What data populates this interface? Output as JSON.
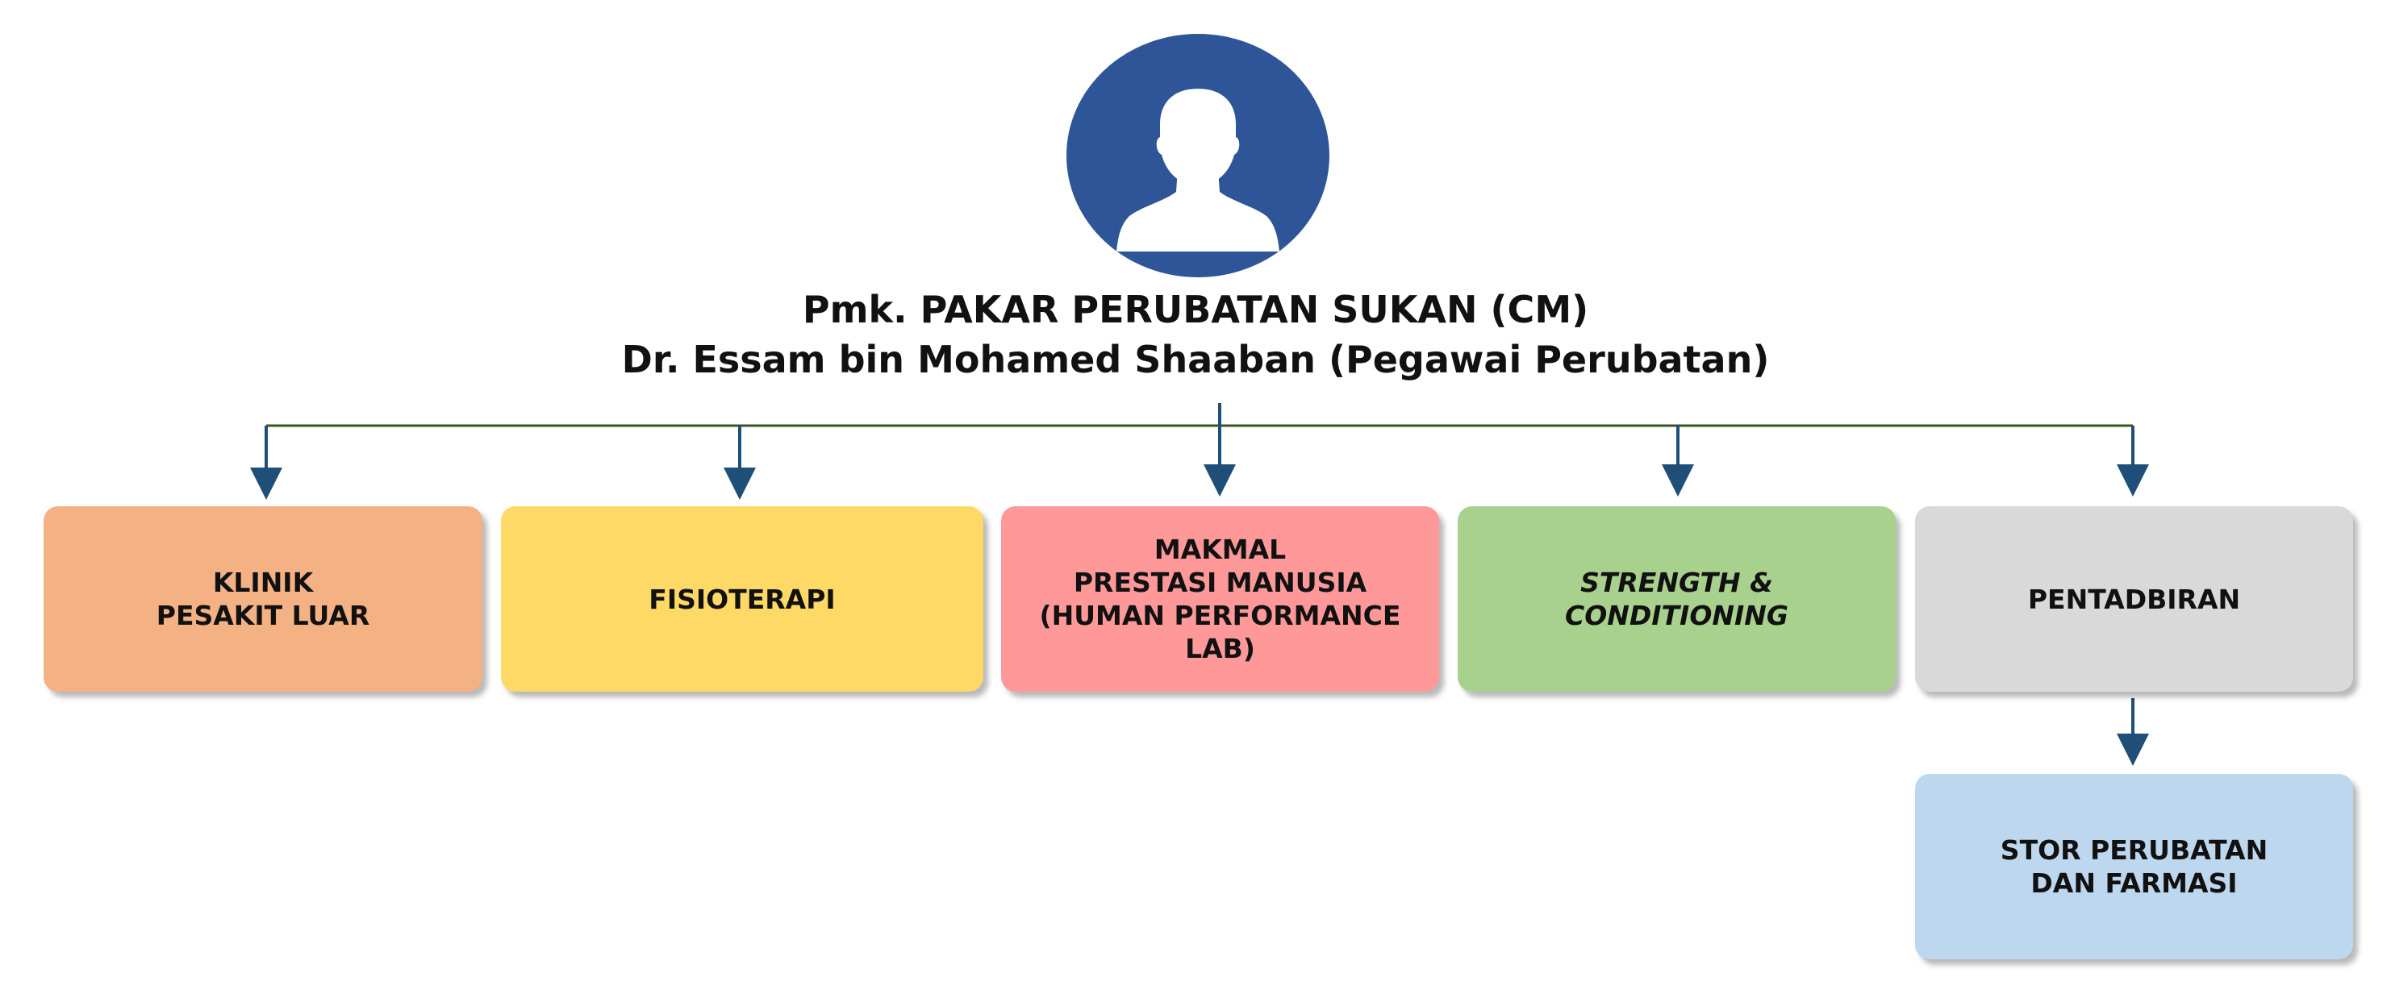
{
  "head": {
    "title_line1": "Pmk. PAKAR PERUBATAN SUKAN (CM)",
    "title_line2": "Dr. Essam bin Mohamed Shaaban (Pegawai Perubatan)",
    "avatar_icon": "person-silhouette-icon",
    "avatar_color": "#2E5597"
  },
  "units": [
    {
      "lines": [
        "KLINIK",
        "PESAKIT LUAR"
      ],
      "color": "#F4B183"
    },
    {
      "lines": [
        "FISIOTERAPI"
      ],
      "color": "#FFD966"
    },
    {
      "lines": [
        "MAKMAL",
        "PRESTASI MANUSIA",
        "(HUMAN PERFORMANCE",
        "LAB)"
      ],
      "color": "#FF9999"
    },
    {
      "lines": [
        "STRENGTH &",
        "CONDITIONING"
      ],
      "color": "#A9D18E"
    },
    {
      "lines": [
        "PENTADBIRAN"
      ],
      "color": "#D9D9D9"
    }
  ],
  "subunit": {
    "lines": [
      "STOR PERUBATAN",
      "DAN FARMASI"
    ],
    "color": "#BDD7EE"
  },
  "connector_color": "#1F4E79"
}
